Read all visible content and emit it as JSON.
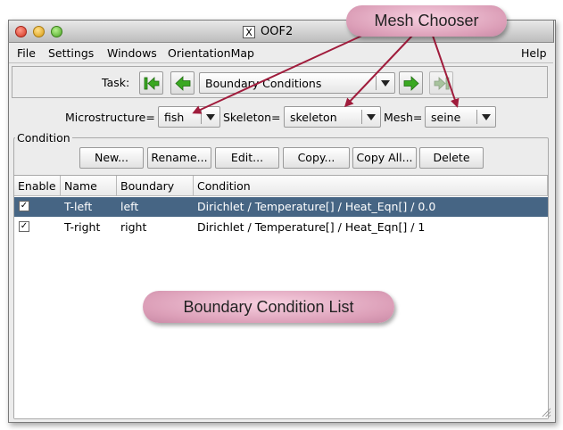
{
  "window": {
    "title": "OOF2"
  },
  "menu": {
    "items": [
      "File",
      "Settings",
      "Windows",
      "OrientationMap"
    ],
    "help": "Help"
  },
  "task": {
    "label": "Task:",
    "value": "Boundary Conditions"
  },
  "chooser": {
    "microstructure_label": "Microstructure=",
    "microstructure_value": "fish",
    "skeleton_label": "Skeleton=",
    "skeleton_value": "skeleton",
    "mesh_label": "Mesh=",
    "mesh_value": "seine"
  },
  "condition": {
    "group_label": "Condition",
    "buttons": {
      "new": "New...",
      "rename": "Rename...",
      "edit": "Edit...",
      "copy": "Copy...",
      "copy_all": "Copy All...",
      "delete": "Delete"
    }
  },
  "table": {
    "columns": [
      "Enable",
      "Name",
      "Boundary",
      "Condition"
    ],
    "rows": [
      {
        "enabled": "✓",
        "name": "T-left",
        "boundary": "left",
        "condition": "Dirichlet / Temperature[] / Heat_Eqn[] / 0.0",
        "selected": true
      },
      {
        "enabled": "✓",
        "name": "T-right",
        "boundary": "right",
        "condition": "Dirichlet / Temperature[] / Heat_Eqn[] / 1",
        "selected": false
      }
    ]
  },
  "annotations": {
    "mesh_chooser": "Mesh Chooser",
    "bc_list": "Boundary Condition List"
  },
  "colors": {
    "selection": "#466584",
    "arrow": "#a01c3c",
    "bubble": "#dc9fb8"
  }
}
